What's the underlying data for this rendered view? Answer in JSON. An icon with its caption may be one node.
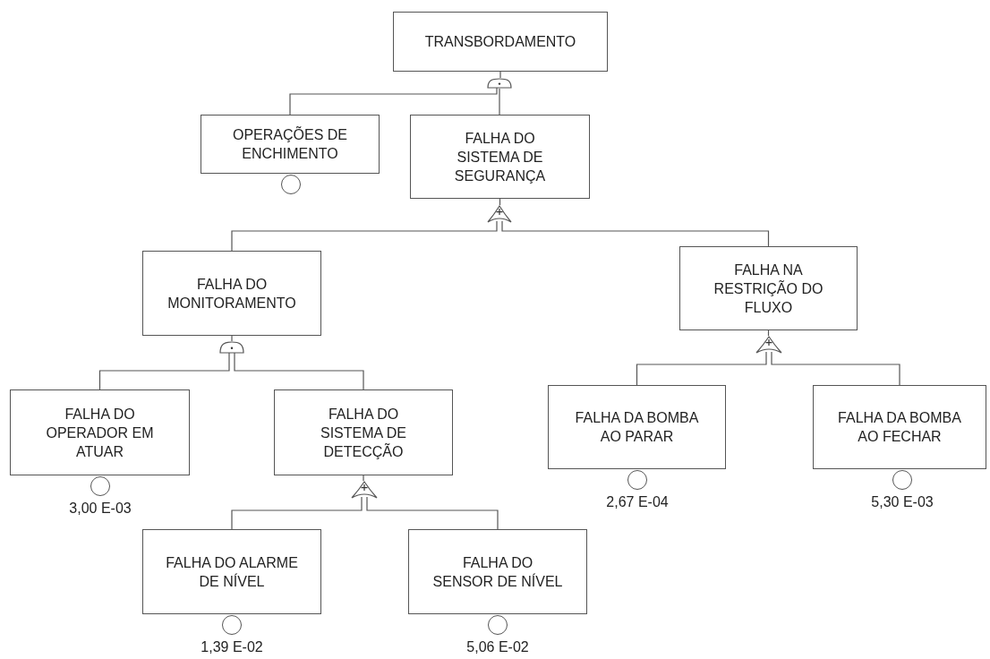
{
  "diagram": {
    "nodes": [
      {
        "text": [
          "TRANSBORDAMENTO"
        ]
      },
      {
        "text": [],
        "shape": "and-gate"
      },
      {
        "text": [
          "OPERAÇÕES DE ENCHIMENTO"
        ]
      },
      {
        "text": [],
        "shape": "circle"
      },
      {
        "text": [
          "FALHA DO SISTEMA DE SEGURANÇA"
        ]
      },
      {
        "text": [],
        "shape": "or-gate"
      },
      {
        "text": [
          "FALHA DO MONITORAMENTO"
        ]
      },
      {
        "text": [
          "FALHA NA RESTRIÇÃO DO FLUXO"
        ]
      },
      {
        "text": [],
        "shape": "and-gate"
      },
      {
        "text": [],
        "shape": "or-gate"
      },
      {
        "text": [
          "FALHA DO OPERADOR EM ATUAR"
        ]
      },
      {
        "text": [],
        "shape": "circle",
        "beside": [
          "3,00 E-03"
        ]
      },
      {
        "text": [
          "FALHA DO SISTEMA DE DETECÇÃO"
        ]
      },
      {
        "text": [],
        "shape": "or-gate"
      },
      {
        "text": [
          "FALHA DA BOMBA AO PARAR"
        ]
      },
      {
        "text": [],
        "shape": "circle",
        "beside": [
          "2,67 E-04"
        ]
      },
      {
        "text": [
          "FALHA DA BOMBA AO FECHAR"
        ]
      },
      {
        "text": [],
        "shape": "circle",
        "beside": [
          "5,30 E-03"
        ]
      },
      {
        "text": [
          "FALHA DO ALARME DE NÍVEL"
        ]
      },
      {
        "text": [],
        "shape": "circle",
        "beside": [
          "1,39 E-02"
        ]
      },
      {
        "text": [
          "FALHA DO SENSOR DE NÍVEL"
        ]
      },
      {
        "text": [],
        "shape": "circle",
        "beside": [
          "5,06 E-02"
        ]
      }
    ],
    "edges": [
      {
        "from": 0,
        "to": 1,
        "arrow": "none"
      },
      {
        "from": 1,
        "to": 2,
        "arrow": "none"
      },
      {
        "from": 1,
        "to": 4,
        "arrow": "none"
      },
      {
        "from": 4,
        "to": 5,
        "arrow": "none"
      },
      {
        "from": 5,
        "to": 6,
        "arrow": "none"
      },
      {
        "from": 5,
        "to": 7,
        "arrow": "none"
      },
      {
        "from": 6,
        "to": 8,
        "arrow": "none"
      },
      {
        "from": 8,
        "to": 10,
        "arrow": "none"
      },
      {
        "from": 8,
        "to": 12,
        "arrow": "none"
      },
      {
        "from": 7,
        "to": 9,
        "arrow": "none"
      },
      {
        "from": 9,
        "to": 14,
        "arrow": "none"
      },
      {
        "from": 9,
        "to": 16,
        "arrow": "none"
      },
      {
        "from": 12,
        "to": 13,
        "arrow": "none"
      },
      {
        "from": 13,
        "to": 18,
        "arrow": "none"
      },
      {
        "from": 13,
        "to": 20,
        "arrow": "none"
      }
    ]
  }
}
